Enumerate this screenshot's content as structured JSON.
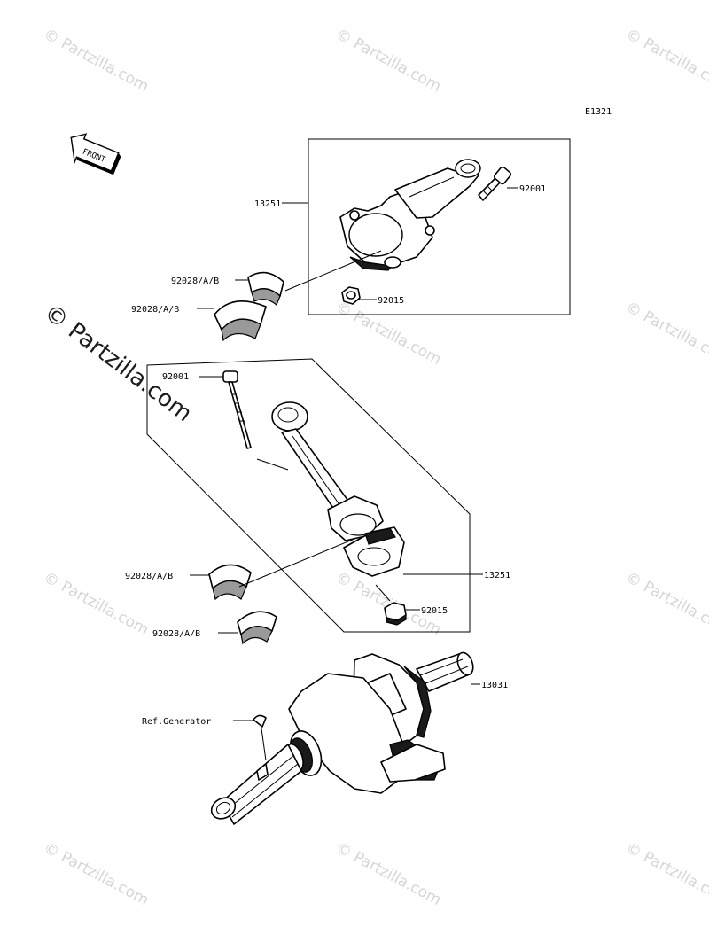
{
  "diagram_code": "E1321",
  "front_label": "FRONT",
  "watermark_text": "© Partzilla.com",
  "callouts": {
    "rod_top": "13251",
    "bolt_top": "92001",
    "nut_top": "92015",
    "bearing_top_1": "92028/A/B",
    "bearing_top_2": "92028/A/B",
    "bolt_mid": "92001",
    "rod_mid": "13251",
    "bearing_mid_1": "92028/A/B",
    "bearing_mid_2": "92028/A/B",
    "nut_mid": "92015",
    "crankshaft": "13031",
    "ref_generator": "Ref.Generator"
  }
}
